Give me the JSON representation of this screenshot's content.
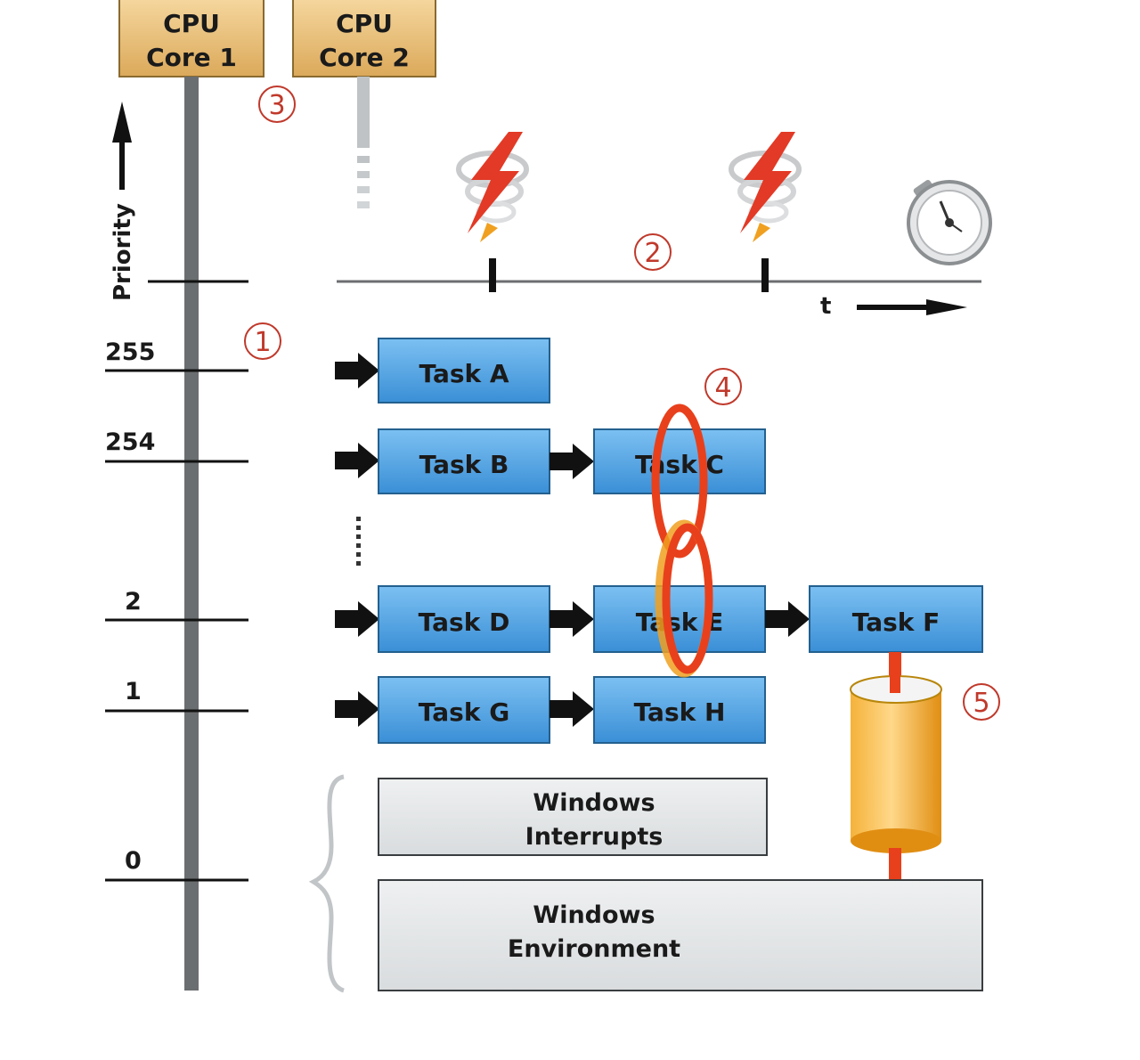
{
  "cores": [
    {
      "line1": "CPU",
      "line2": "Core 1"
    },
    {
      "line1": "CPU",
      "line2": "Core 2"
    }
  ],
  "axis": {
    "priority_label": "Priority",
    "time_label": "t",
    "priority_levels": [
      "255",
      "254",
      "2",
      "1",
      "0"
    ]
  },
  "tasks": [
    {
      "label": "Task A"
    },
    {
      "label": "Task B"
    },
    {
      "label": "Task C"
    },
    {
      "label": "Task D"
    },
    {
      "label": "Task E"
    },
    {
      "label": "Task F"
    },
    {
      "label": "Task G"
    },
    {
      "label": "Task H"
    }
  ],
  "windows": {
    "interrupts": {
      "line1": "Windows",
      "line2": "Interrupts"
    },
    "environment": {
      "line1": "Windows",
      "line2": "Environment"
    }
  },
  "callouts": [
    "①",
    "②",
    "③",
    "④",
    "⑤"
  ],
  "icons": [
    "lightning-interrupt-icon",
    "stopwatch-icon",
    "chain-link-icon",
    "shared-memory-cylinder-icon"
  ],
  "colors": {
    "core_box": "#e8b96a",
    "task_box": "#4a9fe0",
    "windows_box": "#e2e4e6",
    "callout_red": "#c0392b",
    "chain_red": "#e8401c",
    "chain_orange": "#f0a020",
    "axis_grey": "#6b6e70"
  }
}
